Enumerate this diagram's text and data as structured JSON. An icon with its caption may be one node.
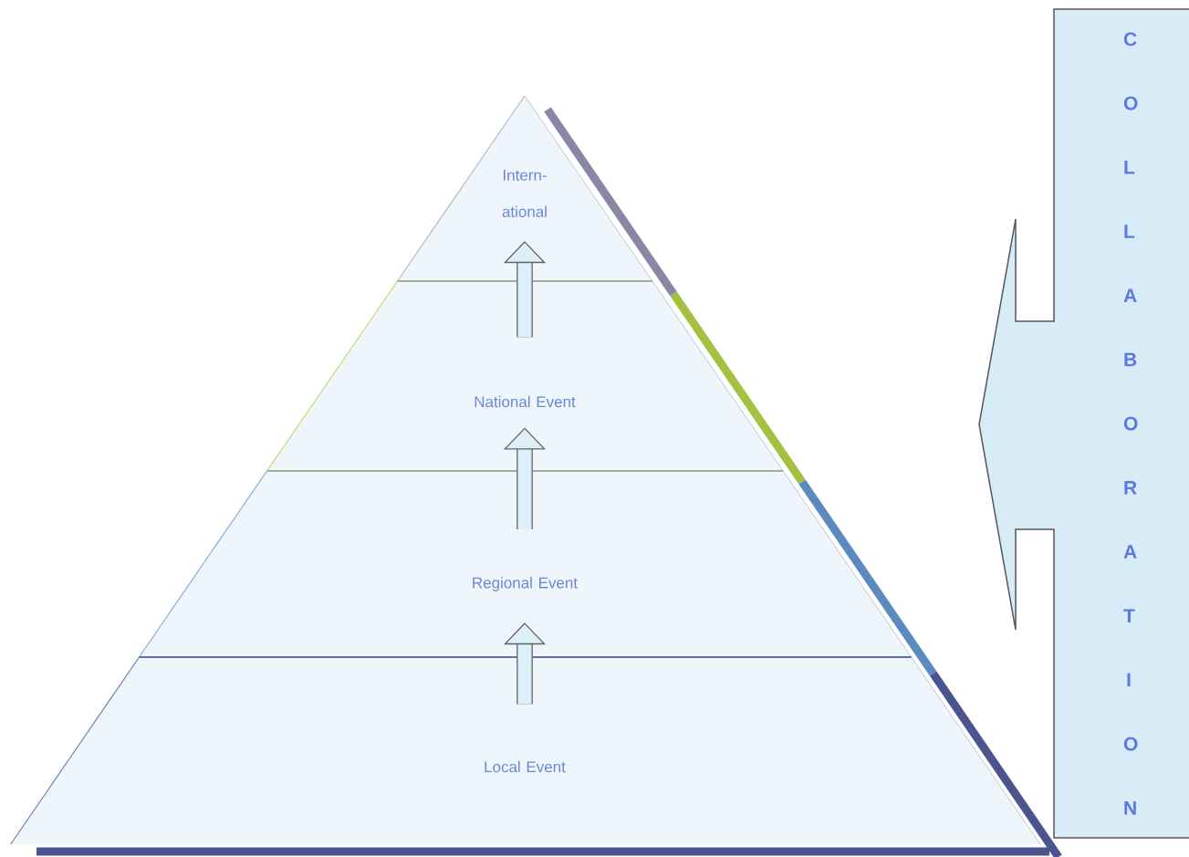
{
  "diagram": {
    "nodes": [
      {
        "text": [
          "Intern-ational"
        ]
      },
      {
        "text": [
          "National Event"
        ]
      },
      {
        "text": [
          "Regional Event"
        ]
      },
      {
        "text": [
          "Local Event"
        ]
      },
      {
        "text": [
          "C O L L A B O R A T I O N"
        ]
      }
    ],
    "edges": [
      {
        "from": 3,
        "to": 2,
        "arrow": "to"
      },
      {
        "from": 2,
        "to": 1,
        "arrow": "to"
      },
      {
        "from": 1,
        "to": 0,
        "arrow": "to"
      }
    ]
  }
}
